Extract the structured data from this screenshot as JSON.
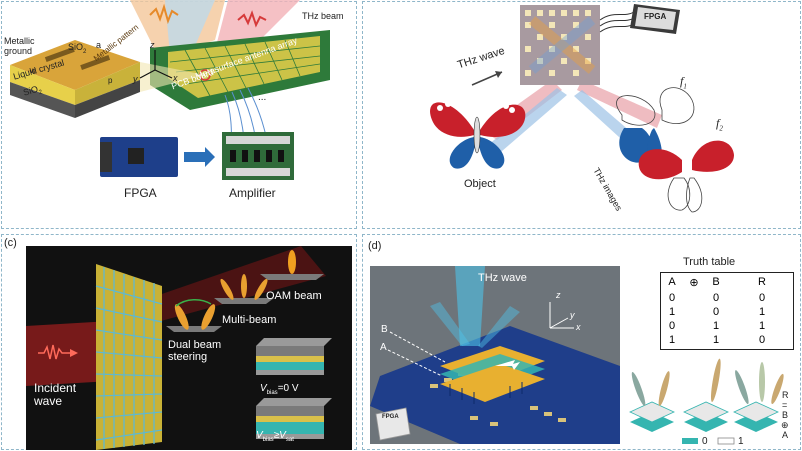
{
  "panel_a": {
    "metallic_ground": [
      "Metallic",
      "ground"
    ],
    "sio2_top": "SiO",
    "sio2_sub": "2",
    "a": "a",
    "metallic_pattern": "Metallic pattern",
    "w": "w",
    "p": "p",
    "liquid_crystal": "Liquid crystal",
    "sio2_bottom": "SiO",
    "sio2_bottom_sub": "2",
    "pcb_board": "PCB board",
    "metasurface_array": "Metasurface antenna array",
    "thz_beam": "THz beam",
    "axis_x": "x",
    "axis_y": "y",
    "axis_z": "z",
    "dots": "...",
    "fpga": "FPGA",
    "amplifier": "Amplifier"
  },
  "panel_b": {
    "fpga_chip": "FPGA",
    "thz_wave": "THz wave",
    "object": "Object",
    "f1": "f",
    "f1_sub": "1",
    "f2": "f",
    "f2_sub": "2",
    "thz_images": "THz images"
  },
  "panel_c": {
    "label": "(c)",
    "oam_beam": "OAM beam",
    "multi_beam": "Multi-beam",
    "dual_beam": [
      "Dual beam",
      "steering"
    ],
    "incident_wave": [
      "Incident",
      "wave"
    ],
    "vbias_zero": "V",
    "vbias_zero_sub": "bias",
    "vbias_zero_val": "=0 V",
    "vbias_sat": "V",
    "vbias_sat_sub": "bias",
    "vbias_sat_mid": "≥V",
    "vbias_sat_sub2": "sat"
  },
  "panel_d": {
    "label": "(d)",
    "thz_wave": "THz wave",
    "b": "B",
    "a": "A",
    "axis_z": "z",
    "axis_y": "y",
    "axis_x": "x",
    "fpga": "FPGA",
    "truth_table": {
      "title": "Truth table",
      "headers": [
        "A",
        "⊕",
        "B",
        "",
        "R"
      ],
      "rows": [
        [
          "0",
          "",
          "0",
          "",
          "0"
        ],
        [
          "1",
          "",
          "0",
          "",
          "1"
        ],
        [
          "0",
          "",
          "1",
          "",
          "1"
        ],
        [
          "1",
          "",
          "1",
          "",
          "0"
        ]
      ]
    },
    "stack_labels": [
      "R",
      "=",
      "B",
      "⊕",
      "A"
    ],
    "legend_zero": "0",
    "legend_one": "1"
  },
  "colors": {
    "panel_border": "#8fb6c9",
    "butterfly_red": "#c8202b",
    "butterfly_blue": "#1f5fa8",
    "pcb_green": "#2e7a3a",
    "metasurface_yellow": "#e8c23a",
    "teal": "#35b5b0",
    "dark_bg": "#111111"
  }
}
